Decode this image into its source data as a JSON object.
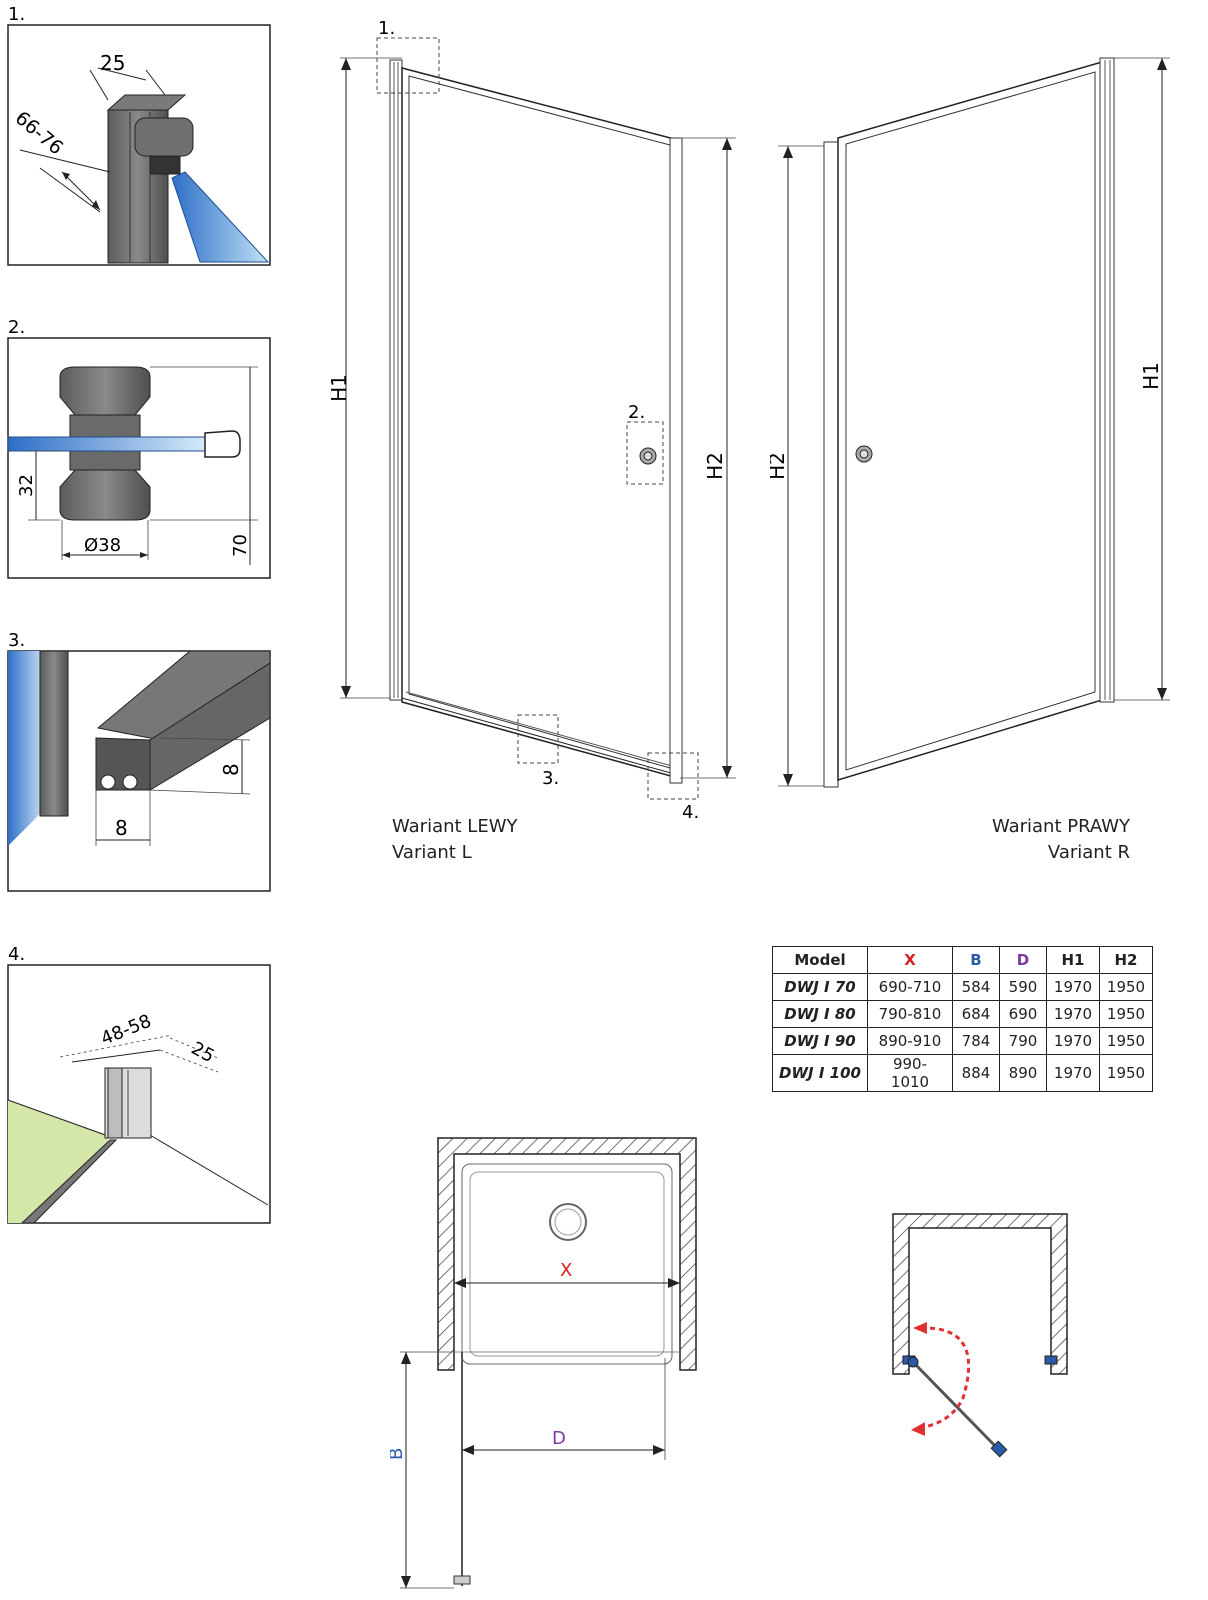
{
  "details": [
    {
      "label": "1.",
      "dims": [
        "25",
        "66-76"
      ]
    },
    {
      "label": "2.",
      "dims": [
        "32",
        "Ø38",
        "70"
      ]
    },
    {
      "label": "3.",
      "dims": [
        "8",
        "8"
      ]
    },
    {
      "label": "4.",
      "dims": [
        "48-58",
        "25"
      ]
    }
  ],
  "left_door": {
    "callouts": [
      "1.",
      "2.",
      "3.",
      "4."
    ],
    "dims": {
      "h1": "H1",
      "h2": "H2"
    },
    "caption_line1": "Wariant LEWY",
    "caption_line2": "Variant L"
  },
  "right_door": {
    "dims": {
      "h1": "H1",
      "h2": "H2"
    },
    "caption_line1": "Wariant PRAWY",
    "caption_line2": "Variant R"
  },
  "table": {
    "headers": [
      "Model",
      "X",
      "B",
      "D",
      "H1",
      "H2"
    ],
    "header_colors": [
      "#222222",
      "#d42020",
      "#2a5aa8",
      "#7a3aa0",
      "#222222",
      "#222222"
    ],
    "rows": [
      [
        "DWJ I 70",
        "690-710",
        "584",
        "590",
        "1970",
        "1950"
      ],
      [
        "DWJ I 80",
        "790-810",
        "684",
        "690",
        "1970",
        "1950"
      ],
      [
        "DWJ I 90",
        "890-910",
        "784",
        "790",
        "1970",
        "1950"
      ],
      [
        "DWJ I 100",
        "990-1010",
        "884",
        "890",
        "1970",
        "1950"
      ]
    ]
  },
  "plan": {
    "x_label": "X",
    "b_label": "B",
    "d_label": "D"
  },
  "colors": {
    "x_red": "#d42020",
    "b_blue": "#2a5aa8",
    "d_purple": "#7a3aa0",
    "glass_blue": "#4a90d9",
    "floor_green": "#d4e6a8",
    "swing_arrow": "#e03030"
  }
}
